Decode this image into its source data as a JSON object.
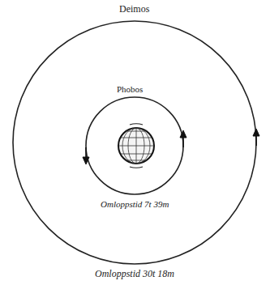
{
  "diagram": {
    "labels": [
      "Deimos",
      "Phobos",
      "Omloppstid 7t 39m",
      "Omloppstid 30t 18m"
    ]
  }
}
